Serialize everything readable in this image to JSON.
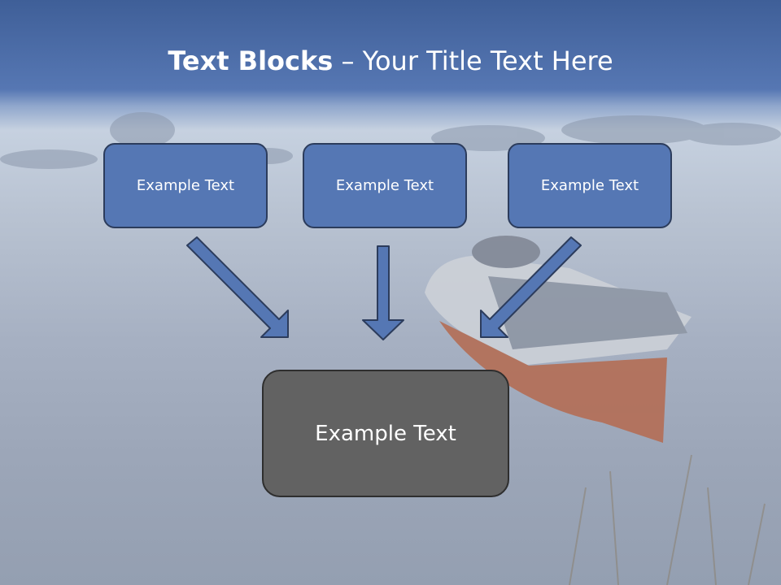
{
  "title": {
    "bold": "Text Blocks",
    "rest": " – Your Title Text Here"
  },
  "blocks": [
    "Example Text",
    "Example Text",
    "Example Text"
  ],
  "main_block": "Example Text",
  "colors": {
    "box_blue": "#5577b4",
    "box_grey": "#626262",
    "header_blue": "#4a6aa8"
  }
}
